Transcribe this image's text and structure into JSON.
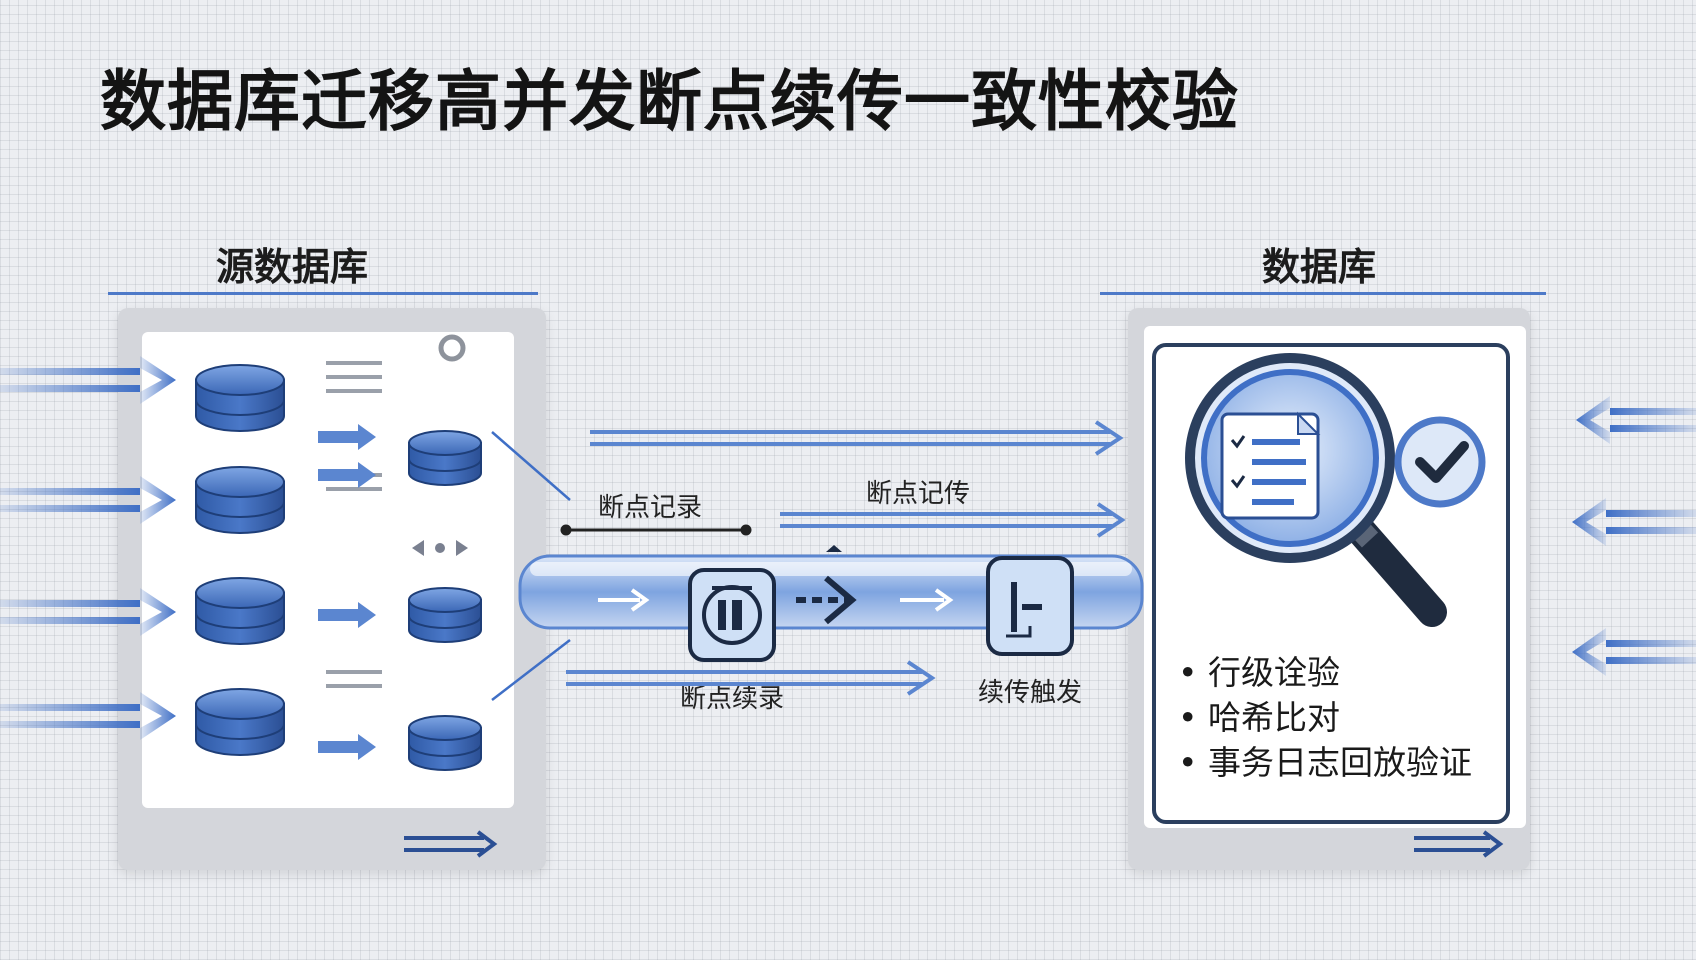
{
  "title": "数据库迁移高并发断点续传一致性校验",
  "source": {
    "heading": "源数据库"
  },
  "target": {
    "heading": "数据库",
    "checks": [
      "行级诠验",
      "哈希比对",
      "事务日志回放验证"
    ]
  },
  "pipeline": {
    "label_record": "断点记录",
    "label_transfer": "断点记传",
    "label_resume": "断点续录",
    "label_trigger": "续传触发"
  },
  "icons": {
    "database": "database-icon",
    "magnifier": "magnifier-icon",
    "document": "document-icon",
    "check": "check-circle-icon",
    "checkpoint": "checkpoint-icon",
    "trigger": "resume-trigger-icon"
  },
  "colors": {
    "accent": "#3f6fc6",
    "database_blue": "#3a68b8",
    "frame_dark": "#2b3f5e",
    "background": "#eceef2"
  }
}
